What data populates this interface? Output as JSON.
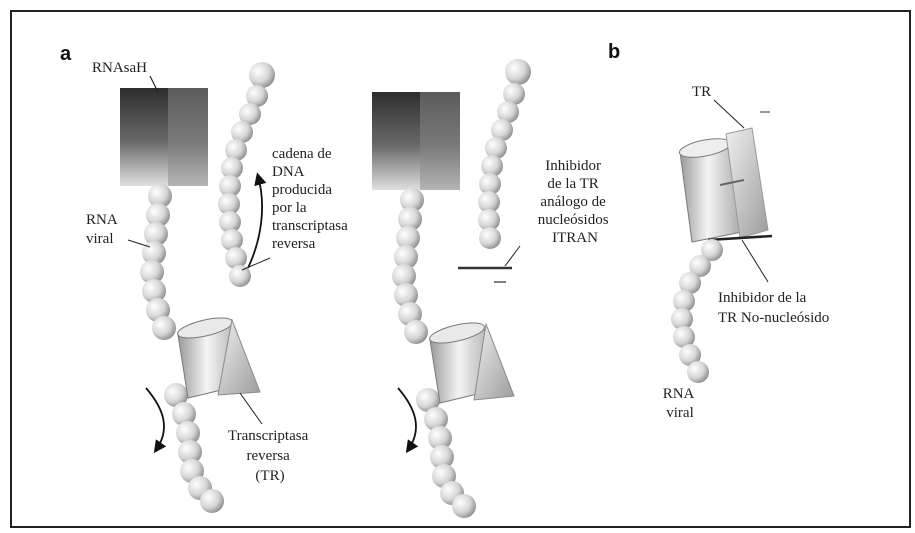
{
  "panels": {
    "a": "a",
    "b": "b"
  },
  "labels": {
    "rnasah": "RNAsaH",
    "rna_viral_a": [
      "RNA",
      "viral"
    ],
    "cadena": [
      "cadena de",
      "DNA",
      "producida",
      "por la",
      "transcriptasa",
      "reversa"
    ],
    "transcriptasa": [
      "Transcriptasa",
      "reversa",
      "(TR)"
    ],
    "inhibidor_itran": [
      "Inhibidor",
      "de la  TR",
      "análogo  de",
      "nucleósidos",
      "ITRAN"
    ],
    "tr": "TR",
    "inhibidor_no_nucleosido": [
      "Inhibidor de la",
      "TR No-nucleósido"
    ],
    "rna_viral_b": [
      "RNA",
      "viral"
    ]
  },
  "colors": {
    "frame": "#222222",
    "bead": "#d9d9d9",
    "rnase_dark": "#3a3a3a",
    "rnase_light": "#bdbdbd"
  }
}
